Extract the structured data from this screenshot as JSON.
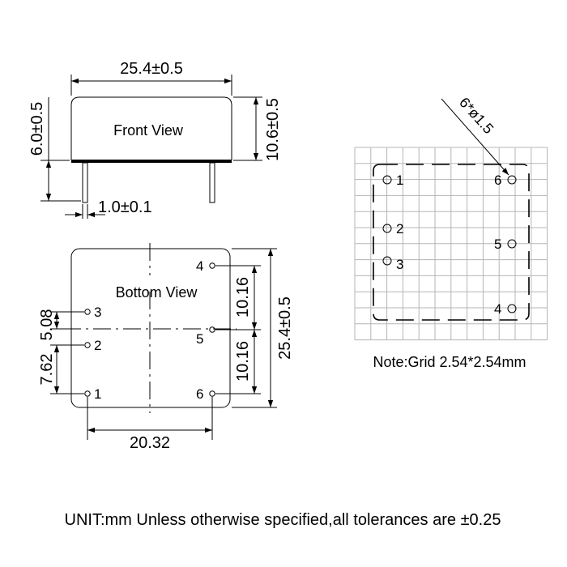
{
  "front_view": {
    "label": "Front View",
    "width_dim": "25.4±0.5",
    "body_height_dim": "6.0±0.5",
    "total_height_dim": "10.6±0.5",
    "pin_width_dim": "1.0±0.1"
  },
  "bottom_view": {
    "label": "Bottom View",
    "pin_spacing_x": "20.32",
    "pin_spacing_y_a": "10.16",
    "pin_spacing_y_b": "10.16",
    "height_dim": "25.4±0.5",
    "left_dim_top": "5.08",
    "left_dim_bottom": "7.62",
    "pins": [
      "1",
      "2",
      "3",
      "4",
      "5",
      "6"
    ]
  },
  "pcb_layout": {
    "hole_label": "6*ø1.5",
    "note": "Note:Grid 2.54*2.54mm",
    "pins": [
      "1",
      "2",
      "3",
      "4",
      "5",
      "6"
    ]
  },
  "footer": {
    "text": "UNIT:mm Unless otherwise specified,all tolerances are ±0.25"
  }
}
